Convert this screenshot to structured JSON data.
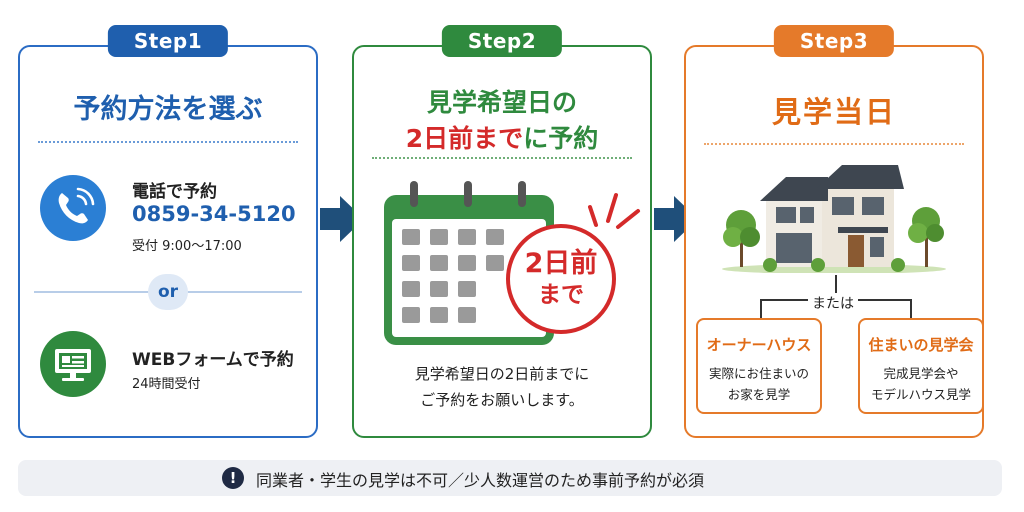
{
  "step1": {
    "tag": "Step1",
    "title": "予約方法を選ぶ",
    "phone": {
      "heading": "電話で予約",
      "number": "0859-34-5120",
      "hours": "受付 9:00〜17:00"
    },
    "or": "or",
    "web": {
      "heading": "WEBフォームで予約",
      "hours": "24時間受付"
    },
    "icons": {
      "phone": "phone-icon",
      "web": "monitor-form-icon"
    },
    "colors": {
      "main": "#1f5fae",
      "phone_circle": "#2b7fd4",
      "web_circle": "#2f8a3e"
    }
  },
  "step2": {
    "tag": "Step2",
    "title_line1": "見学希望日の",
    "title_line2_red": "2日前まで",
    "title_line2_rest": "に予約",
    "stamp_line1": "2日前",
    "stamp_line2": "まで",
    "body_line1": "見学希望日の2日前までに",
    "body_line2": "ご予約をお願いします。",
    "icons": {
      "calendar": "calendar-icon"
    },
    "colors": {
      "main": "#2f8a3e",
      "red": "#d42a2a"
    }
  },
  "step3": {
    "tag": "Step3",
    "title": "見学当日",
    "or_label": "または",
    "option1": {
      "title": "オーナーハウス",
      "line1": "実際にお住まいの",
      "line2": "お家を見学"
    },
    "option2": {
      "title": "住まいの見学会",
      "line1": "完成見学会や",
      "line2": "モデルハウス見学"
    },
    "icons": {
      "house": "house-illustration"
    },
    "colors": {
      "main": "#e57a2a"
    }
  },
  "note": {
    "text": "同業者・学生の見学は不可／少人数運営のため事前予約が必須",
    "icon": "exclamation-icon"
  }
}
